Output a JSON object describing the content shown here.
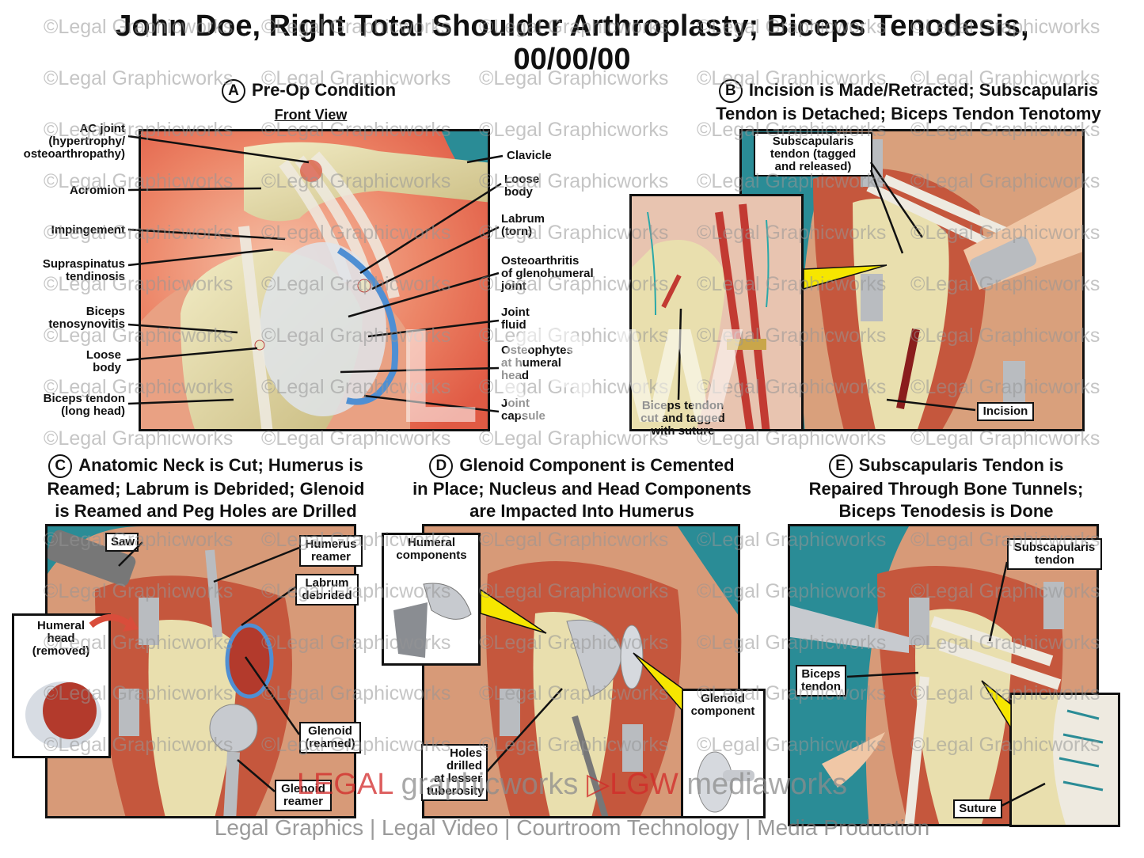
{
  "title": {
    "line1": "John Doe, Right Total Shoulder Arthroplasty; Biceps Tenodesis,",
    "line2": "00/00/00"
  },
  "watermark": "©Legal Graphicworks",
  "panel_a": {
    "letter": "A",
    "title": "Pre-Op Condition",
    "subtitle": "Front View",
    "labels": {
      "ac_joint_1": "AC joint",
      "ac_joint_2": "(hypertrophy/",
      "ac_joint_3": "osteoarthropathy)",
      "acromion": "Acromion",
      "impingement": "Impingement",
      "supraspinatus_1": "Supraspinatus",
      "supraspinatus_2": "tendinosis",
      "biceps_teno_1": "Biceps",
      "biceps_teno_2": "tenosynovitis",
      "loose_body_left_1": "Loose",
      "loose_body_left_2": "body",
      "biceps_tendon_1": "Biceps tendon",
      "biceps_tendon_2": "(long head)",
      "clavicle": "Clavicle",
      "loose_body_right_1": "Loose",
      "loose_body_right_2": "body",
      "labrum_1": "Labrum",
      "labrum_2": "(torn)",
      "oa_1": "Osteoarthritis",
      "oa_2": "of glenohumeral",
      "oa_3": "joint",
      "joint_fluid_1": "Joint",
      "joint_fluid_2": "fluid",
      "osteophytes_1": "Osteophytes",
      "osteophytes_2": "at humeral",
      "osteophytes_3": "head",
      "capsule_1": "Joint",
      "capsule_2": "capsule"
    }
  },
  "panel_b": {
    "letter": "B",
    "title_1": "Incision is Made/Retracted; Subscapularis",
    "title_2": "Tendon is Detached; Biceps Tendon Tenotomy",
    "labels": {
      "subscap_1": "Subscapularis",
      "subscap_2": "tendon (tagged",
      "subscap_3": "and released)",
      "biceps_cut_1": "Biceps tendon",
      "biceps_cut_2": "cut and tagged",
      "biceps_cut_3": "with suture",
      "incision": "Incision"
    }
  },
  "panel_c": {
    "letter": "C",
    "title_1": "Anatomic Neck is Cut; Humerus is",
    "title_2": "Reamed; Labrum is Debrided; Glenoid",
    "title_3": "is Reamed and Peg Holes are Drilled",
    "labels": {
      "saw": "Saw",
      "humerus_reamer_1": "Humerus",
      "humerus_reamer_2": "reamer",
      "labrum_1": "Labrum",
      "labrum_2": "debrided",
      "humeral_head_1": "Humeral",
      "humeral_head_2": "head",
      "humeral_head_3": "(removed)",
      "glenoid_1": "Glenoid",
      "glenoid_2": "(reamed)",
      "glenoid_reamer_1": "Glenoid",
      "glenoid_reamer_2": "reamer"
    }
  },
  "panel_d": {
    "letter": "D",
    "title_1": "Glenoid Component is Cemented",
    "title_2": "in Place; Nucleus and Head Components",
    "title_3": "are Impacted Into Humerus",
    "labels": {
      "humeral_comp_1": "Humeral",
      "humeral_comp_2": "components",
      "glenoid_comp_1": "Glenoid",
      "glenoid_comp_2": "component",
      "holes_1": "Holes",
      "holes_2": "drilled",
      "holes_3": "at lesser",
      "holes_4": "tuberosity"
    }
  },
  "panel_e": {
    "letter": "E",
    "title_1": "Subscapularis Tendon is",
    "title_2": "Repaired Through Bone Tunnels;",
    "title_3": "Biceps Tenodesis is Done",
    "labels": {
      "subscap_1": "Subscapularis",
      "subscap_2": "tendon",
      "biceps_1": "Biceps",
      "biceps_2": "tendon",
      "suture": "Suture"
    }
  },
  "branding": {
    "legal": "LEGAL",
    "graphicworks": " graphicworks ",
    "lgw": "LGW",
    "mediaworks": " mediaworks",
    "overlay": "LGW",
    "footer": "Legal Graphics | Legal Video | Courtroom Technology | Media Production"
  },
  "colors": {
    "bone": "#e9dfae",
    "tissue": "#d98a6b",
    "muscle_red": "#c23a32",
    "teal": "#2a8c96",
    "tendon": "#eeeae0",
    "metal": "#b9bcc0",
    "skin": "#f0b49a"
  }
}
